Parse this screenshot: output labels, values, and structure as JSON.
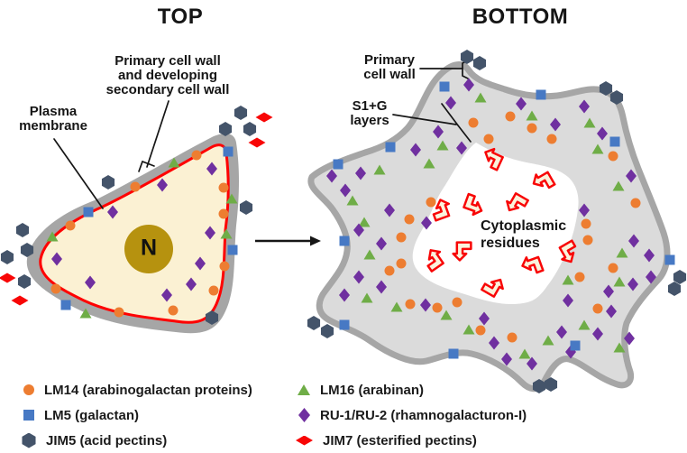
{
  "titles": {
    "left": "TOP",
    "right": "BOTTOM"
  },
  "left_diagram": {
    "cell_wall_label": "Primary cell wall\nand developing\nsecondary cell wall",
    "plasma_membrane_label": "Plasma\nmembrane",
    "nucleus_label": "N"
  },
  "right_diagram": {
    "primary_cell_wall_label": "Primary\ncell wall",
    "s1g_label": "S1+G\nlayers",
    "cytoplasm_label": "Cytoplasmic\nresidues"
  },
  "legend": {
    "items": [
      {
        "marker": "lm14-circle",
        "label": "LM14 (arabinogalactan proteins)"
      },
      {
        "marker": "lm5-square",
        "label": "LM5 (galactan)"
      },
      {
        "marker": "jim5-hexagon",
        "label": "JIM5 (acid pectins)"
      },
      {
        "marker": "lm16-triangle",
        "label": "LM16 (arabinan)"
      },
      {
        "marker": "ru1-ru2-diamond",
        "label": "RU-1/RU-2 (rhamnogalacturon-I)"
      },
      {
        "marker": "jim7-diamond",
        "label": "JIM7 (esterified pectins)"
      }
    ]
  },
  "colors": {
    "orange": "#ED7D31",
    "blue": "#4779C4",
    "green": "#6FAD47",
    "purple": "#7030A0",
    "slate": "#44546A",
    "red": "#F80606",
    "wall_gray": "#A6A6A6",
    "right_fill": "#DBDBDB",
    "cytoplasm_cream": "#FBF1D3",
    "membrane_red": "#FF0000",
    "nucleus_gold": "#B6920F",
    "arrow_fill": "#FAF3DC"
  },
  "markers": {
    "left_cell": [
      [
        "o",
        218,
        172
      ],
      [
        "o",
        150,
        207
      ],
      [
        "o",
        248,
        208
      ],
      [
        "o",
        248,
        237
      ],
      [
        "o",
        78,
        250
      ],
      [
        "o",
        249,
        295
      ],
      [
        "o",
        62,
        320
      ],
      [
        "o",
        237,
        322
      ],
      [
        "o",
        132,
        346
      ],
      [
        "o",
        192,
        344
      ],
      [
        "s",
        253,
        168
      ],
      [
        "s",
        98,
        235
      ],
      [
        "s",
        258,
        277
      ],
      [
        "s",
        73,
        338
      ],
      [
        "t",
        193,
        180
      ],
      [
        "t",
        257,
        220
      ],
      [
        "t",
        251,
        259
      ],
      [
        "t",
        58,
        262
      ],
      [
        "t",
        95,
        347
      ],
      [
        "d",
        235,
        187
      ],
      [
        "d",
        180,
        205
      ],
      [
        "d",
        125,
        235
      ],
      [
        "d",
        233,
        258
      ],
      [
        "d",
        63,
        287
      ],
      [
        "d",
        222,
        292
      ],
      [
        "d",
        100,
        313
      ],
      [
        "d",
        212,
        315
      ],
      [
        "d",
        185,
        327
      ]
    ],
    "left_outside": [
      [
        "h",
        267,
        125
      ],
      [
        "h",
        250,
        143
      ],
      [
        "h",
        277,
        143
      ],
      [
        "h",
        120,
        202
      ],
      [
        "h",
        273,
        230
      ],
      [
        "h",
        25,
        255
      ],
      [
        "h",
        30,
        277
      ],
      [
        "h",
        8,
        285
      ],
      [
        "h",
        27,
        312
      ],
      [
        "h",
        235,
        352
      ],
      [
        "r",
        293,
        130
      ],
      [
        "r",
        285,
        158
      ],
      [
        "r",
        8,
        308
      ],
      [
        "r",
        22,
        333
      ]
    ],
    "right_cell": [
      [
        "d",
        520,
        94
      ],
      [
        "t",
        533,
        108
      ],
      [
        "d",
        578,
        115
      ],
      [
        "t",
        590,
        128
      ],
      [
        "o",
        566,
        129
      ],
      [
        "d",
        648,
        118
      ],
      [
        "t",
        654,
        136
      ],
      [
        "d",
        616,
        138
      ],
      [
        "o",
        590,
        142
      ],
      [
        "o",
        612,
        154
      ],
      [
        "d",
        668,
        148
      ],
      [
        "t",
        663,
        165
      ],
      [
        "d",
        500,
        114
      ],
      [
        "d",
        486,
        146
      ],
      [
        "t",
        491,
        161
      ],
      [
        "o",
        525,
        136
      ],
      [
        "o",
        542,
        154
      ],
      [
        "d",
        512,
        164
      ],
      [
        "d",
        461,
        166
      ],
      [
        "t",
        476,
        181
      ],
      [
        "d",
        368,
        195
      ],
      [
        "d",
        400,
        192
      ],
      [
        "d",
        383,
        211
      ],
      [
        "t",
        421,
        188
      ],
      [
        "t",
        391,
        222
      ],
      [
        "d",
        432,
        233
      ],
      [
        "t",
        404,
        246
      ],
      [
        "d",
        473,
        247
      ],
      [
        "o",
        454,
        243
      ],
      [
        "o",
        478,
        224
      ],
      [
        "d",
        398,
        255
      ],
      [
        "t",
        410,
        282
      ],
      [
        "d",
        423,
        270
      ],
      [
        "o",
        445,
        263
      ],
      [
        "o",
        445,
        292
      ],
      [
        "d",
        398,
        307
      ],
      [
        "t",
        407,
        330
      ],
      [
        "d",
        423,
        318
      ],
      [
        "o",
        432,
        300
      ],
      [
        "d",
        382,
        327
      ],
      [
        "t",
        440,
        340
      ],
      [
        "o",
        455,
        337
      ],
      [
        "d",
        472,
        338
      ],
      [
        "o",
        485,
        341
      ],
      [
        "t",
        495,
        349
      ],
      [
        "o",
        507,
        335
      ],
      [
        "d",
        537,
        353
      ],
      [
        "t",
        520,
        365
      ],
      [
        "o",
        533,
        366
      ],
      [
        "d",
        548,
        380
      ],
      [
        "d",
        562,
        398
      ],
      [
        "t",
        582,
        392
      ],
      [
        "d",
        590,
        403
      ],
      [
        "o",
        568,
        374
      ],
      [
        "t",
        608,
        377
      ],
      [
        "d",
        623,
        368
      ],
      [
        "d",
        633,
        390
      ],
      [
        "o",
        680,
        173
      ],
      [
        "d",
        700,
        195
      ],
      [
        "t",
        686,
        206
      ],
      [
        "o",
        705,
        225
      ],
      [
        "d",
        648,
        233
      ],
      [
        "o",
        650,
        248
      ],
      [
        "o",
        652,
        266
      ],
      [
        "d",
        703,
        267
      ],
      [
        "t",
        690,
        280
      ],
      [
        "d",
        720,
        283
      ],
      [
        "o",
        680,
        297
      ],
      [
        "d",
        722,
        307
      ],
      [
        "t",
        687,
        312
      ],
      [
        "d",
        702,
        315
      ],
      [
        "t",
        630,
        310
      ],
      [
        "o",
        643,
        307
      ],
      [
        "d",
        675,
        323
      ],
      [
        "d",
        630,
        333
      ],
      [
        "o",
        663,
        342
      ],
      [
        "d",
        678,
        345
      ],
      [
        "t",
        648,
        360
      ],
      [
        "d",
        663,
        370
      ],
      [
        "t",
        687,
        385
      ],
      [
        "d",
        698,
        375
      ],
      [
        "s",
        493,
        96
      ],
      [
        "s",
        600,
        105
      ],
      [
        "s",
        682,
        157
      ],
      [
        "s",
        433,
        163
      ],
      [
        "s",
        375,
        182
      ],
      [
        "s",
        382,
        267
      ],
      [
        "s",
        382,
        360
      ],
      [
        "s",
        503,
        392
      ],
      [
        "s",
        638,
        383
      ],
      [
        "s",
        743,
        288
      ]
    ],
    "right_outside": [
      [
        "h",
        518,
        63
      ],
      [
        "h",
        532,
        70
      ],
      [
        "h",
        672,
        98
      ],
      [
        "h",
        684,
        108
      ],
      [
        "h",
        754,
        307
      ],
      [
        "h",
        748,
        320
      ],
      [
        "h",
        598,
        428
      ],
      [
        "h",
        611,
        426
      ],
      [
        "h",
        348,
        358
      ],
      [
        "h",
        363,
        367
      ]
    ]
  },
  "residue_arrows": [
    [
      547,
      175,
      205
    ],
    [
      602,
      200,
      150
    ],
    [
      490,
      232,
      250
    ],
    [
      525,
      228,
      20
    ],
    [
      572,
      225,
      120
    ],
    [
      512,
      278,
      90
    ],
    [
      482,
      287,
      235
    ],
    [
      590,
      293,
      160
    ],
    [
      630,
      280,
      60
    ],
    [
      548,
      318,
      300
    ]
  ]
}
